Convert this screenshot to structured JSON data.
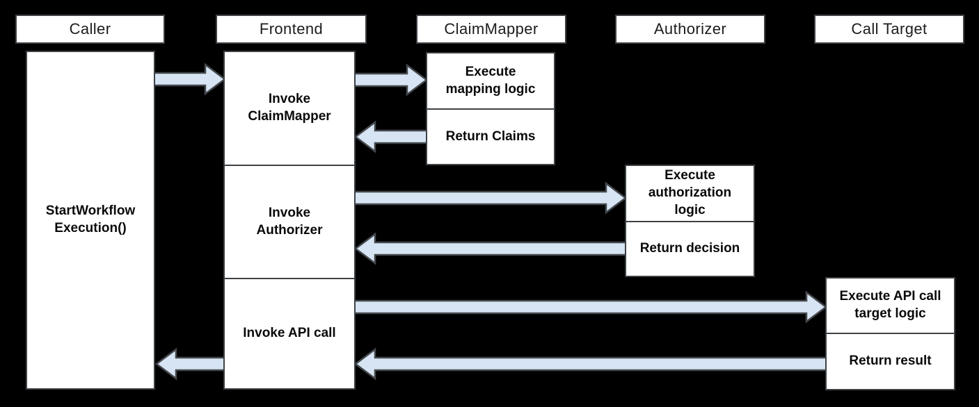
{
  "colors": {
    "background": "#000000",
    "box_fill": "#ffffff",
    "box_border": "#3d4145",
    "arrow_fill": "#d7e4f3",
    "arrow_border": "#44484c",
    "header_text": "#1c1c1c",
    "body_text": "#0a0a0a"
  },
  "lanes": [
    {
      "header": "Caller",
      "boxes": [
        {
          "label": "StartWorkflow\nExecution()"
        }
      ]
    },
    {
      "header": "Frontend",
      "boxes": [
        {
          "label": "Invoke\nClaimMapper"
        },
        {
          "label": "Invoke\nAuthorizer"
        },
        {
          "label": "Invoke API call"
        }
      ]
    },
    {
      "header": "ClaimMapper",
      "boxes": [
        {
          "label": "Execute\nmapping logic"
        },
        {
          "label": "Return Claims"
        }
      ]
    },
    {
      "header": "Authorizer",
      "boxes": [
        {
          "label": "Execute\nauthorization\nlogic"
        },
        {
          "label": "Return decision"
        }
      ]
    },
    {
      "header": "Call Target",
      "boxes": [
        {
          "label": "Execute API call\ntarget logic"
        },
        {
          "label": "Return result"
        }
      ]
    }
  ]
}
